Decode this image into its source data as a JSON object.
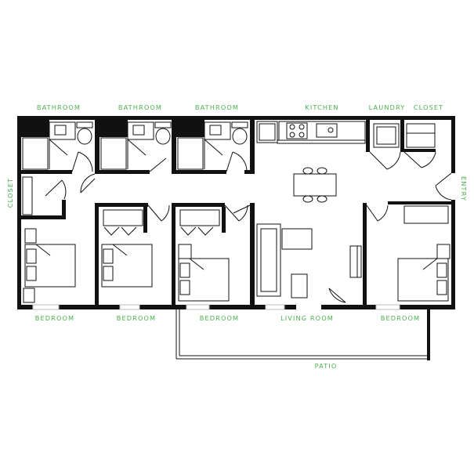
{
  "labels": {
    "bath1": "BATHROOM",
    "bath2": "BATHROOM",
    "bath3": "BATHROOM",
    "kitchen": "KITCHEN",
    "laundry": "LAUNDRY",
    "closet_top": "CLOSET",
    "closet_left": "CLOSET",
    "entry": "ENTRY",
    "bed1": "BEDROOM",
    "bed2": "BEDROOM",
    "bed3": "BEDROOM",
    "living": "LIVING ROOM",
    "bed4": "BEDROOM",
    "patio": "PATIO"
  },
  "colors": {
    "label": "#4caf50",
    "wall": "#111111"
  }
}
